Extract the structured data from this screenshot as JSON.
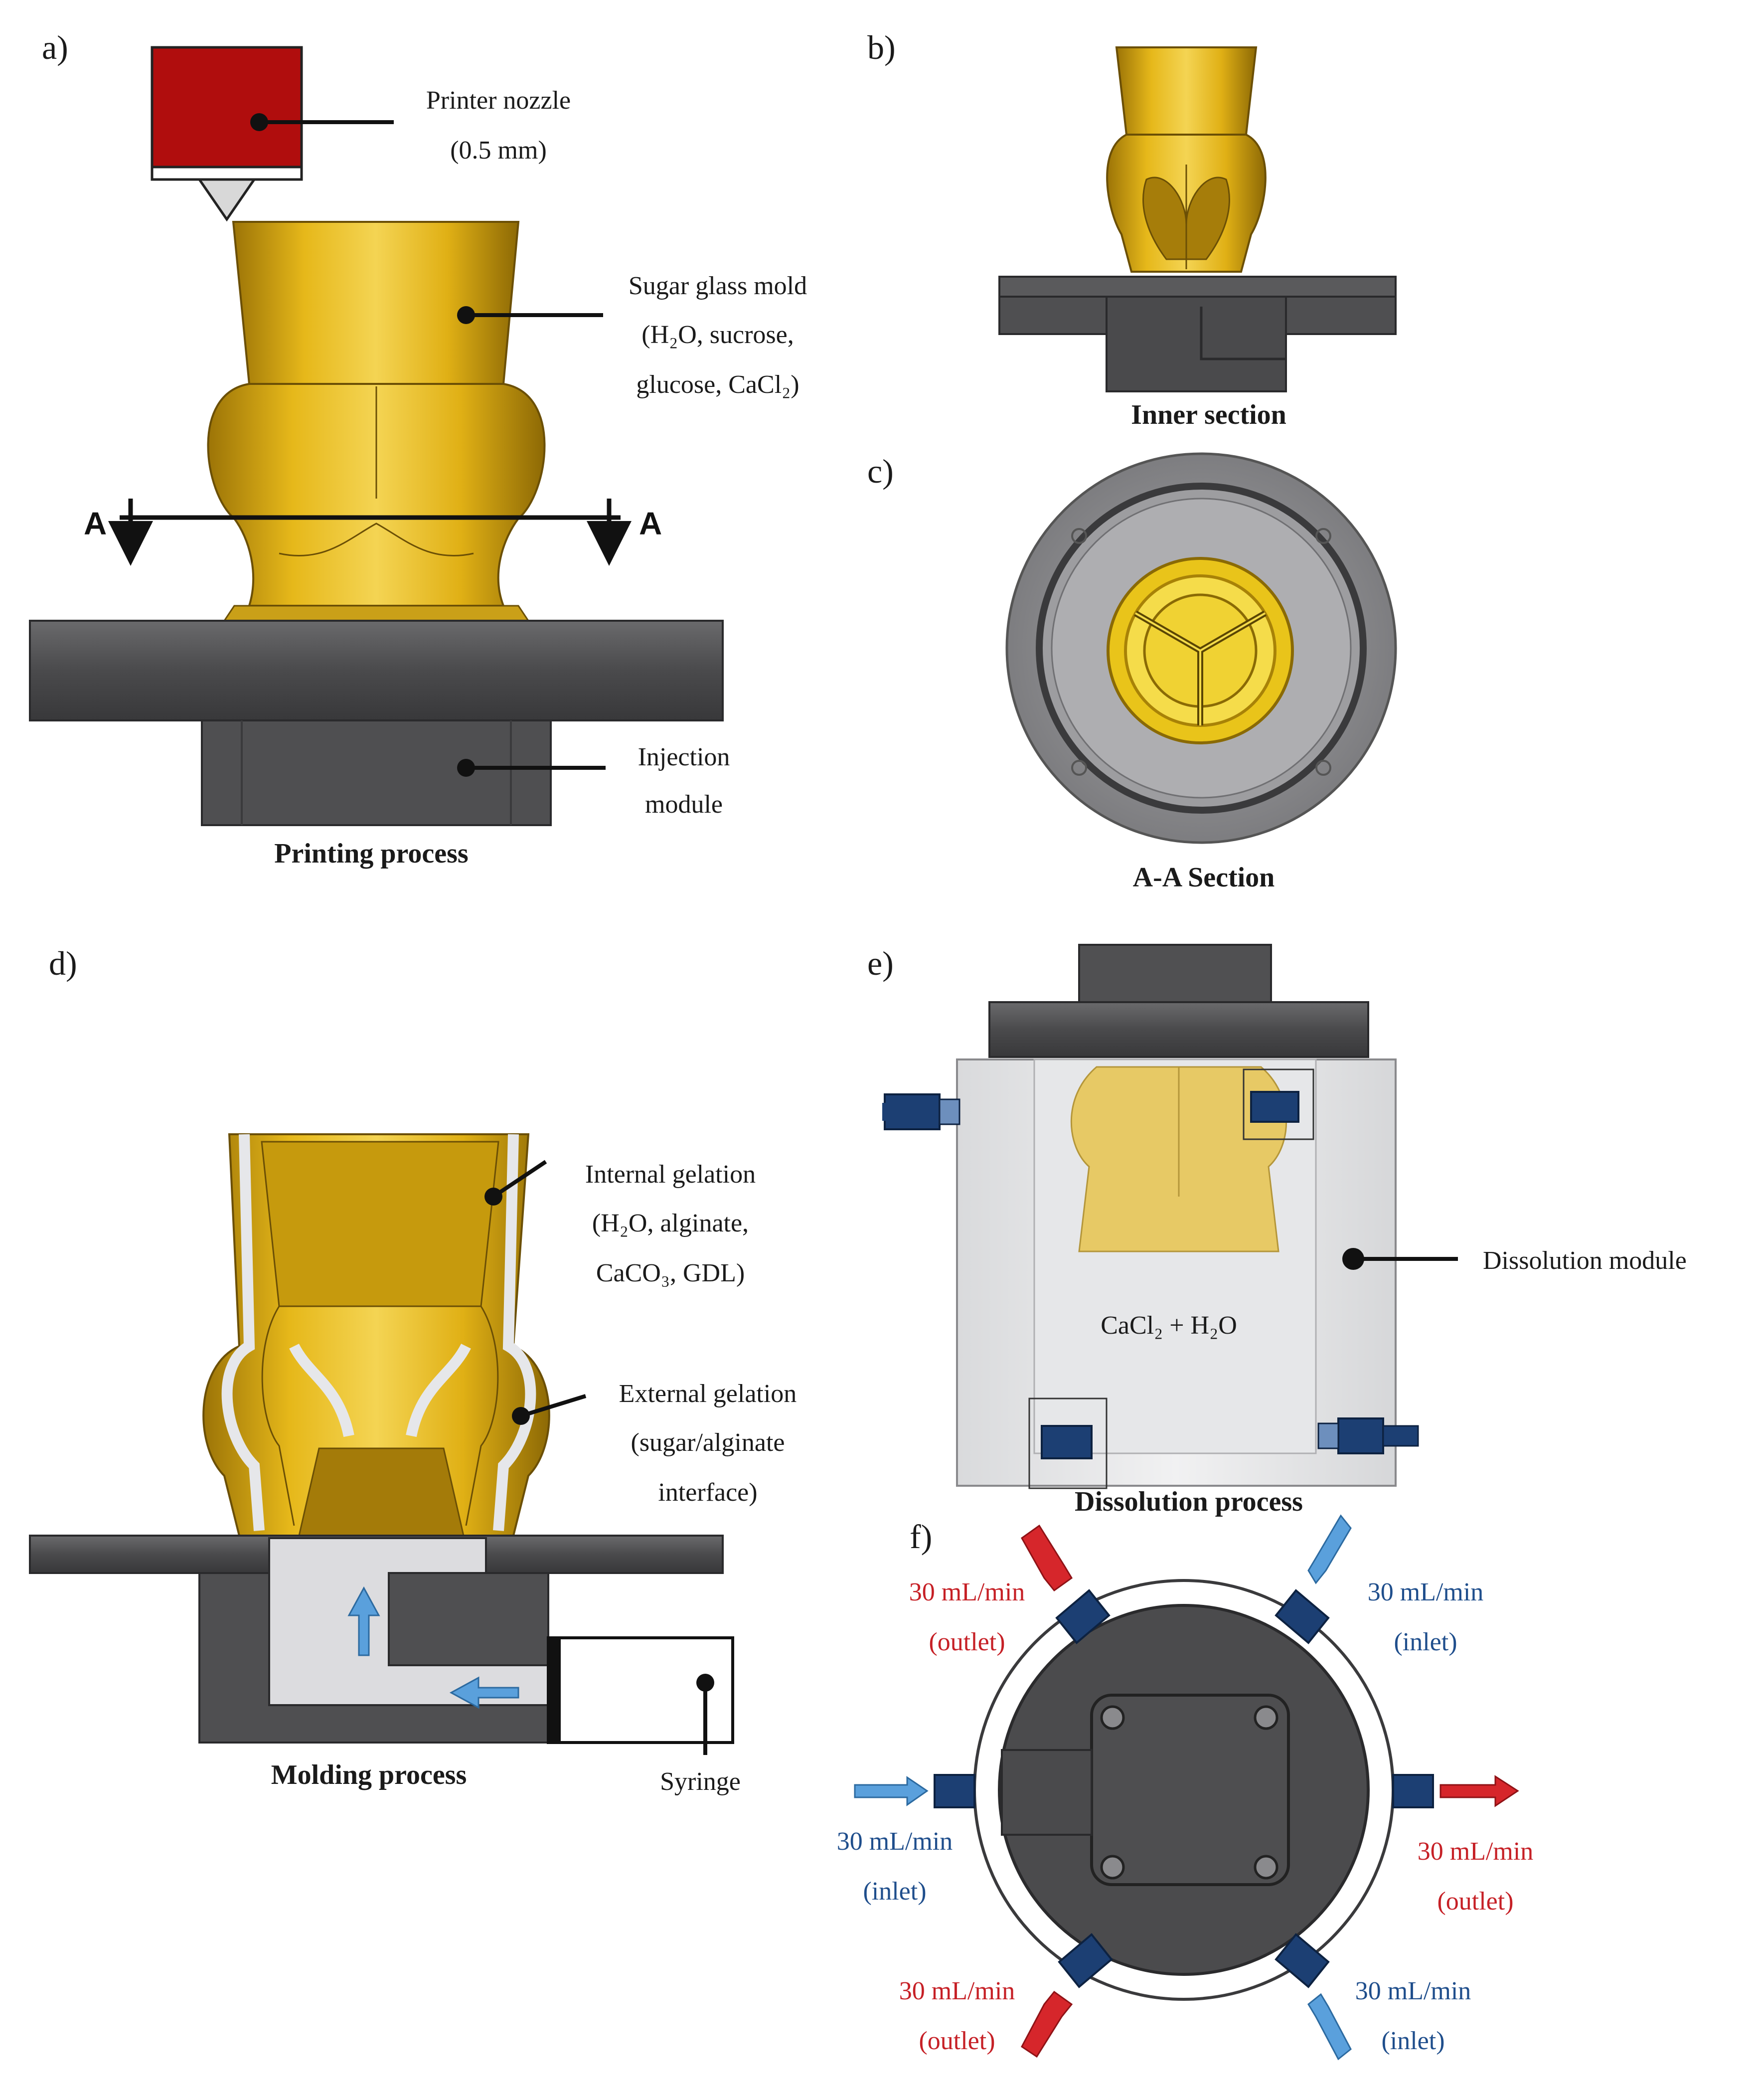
{
  "panels": {
    "a": {
      "tag": "a)",
      "caption": "Printing process",
      "nozzle": [
        "Printer nozzle",
        "(0.5 mm)"
      ],
      "mold": [
        "Sugar glass mold",
        "(H₂O, sucrose,",
        "glucose, CaCl₂)"
      ],
      "module": [
        "Injection",
        "module"
      ],
      "section_marker": "A"
    },
    "b": {
      "tag": "b)",
      "caption": "Inner section"
    },
    "c": {
      "tag": "c)",
      "caption": "A-A Section"
    },
    "d": {
      "tag": "d)",
      "caption": "Molding process",
      "internal": [
        "Internal gelation",
        "(H₂O, alginate,",
        "CaCO₃, GDL)"
      ],
      "external": [
        "External gelation",
        "(sugar/alginate",
        "interface)"
      ],
      "syringe": "Syringe"
    },
    "e": {
      "tag": "e)",
      "caption": "Dissolution process",
      "module": "Dissolution module",
      "solution": "CaCl₂ + H₂O"
    },
    "f": {
      "tag": "f)",
      "flows": [
        {
          "rate": "30 mL/min",
          "kind": "(outlet)",
          "color": "#c62026"
        },
        {
          "rate": "30 mL/min",
          "kind": "(inlet)",
          "color": "#1f4e8c"
        },
        {
          "rate": "30 mL/min",
          "kind": "(inlet)",
          "color": "#1f4e8c"
        },
        {
          "rate": "30 mL/min",
          "kind": "(outlet)",
          "color": "#c62026"
        },
        {
          "rate": "30 mL/min",
          "kind": "(outlet)",
          "color": "#c62026"
        },
        {
          "rate": "30 mL/min",
          "kind": "(inlet)",
          "color": "#1f4e8c"
        }
      ]
    }
  },
  "colors": {
    "gold": "#d9a70e",
    "gold_light": "#f1cf3f",
    "gray_dark": "#4b4b4d",
    "gray_mid": "#8f8f91",
    "nozzle_red": "#b00d0d",
    "fitting_blue": "#1c3f73",
    "arrow_blue": "#5aa0dc",
    "arrow_red": "#d6262b"
  }
}
